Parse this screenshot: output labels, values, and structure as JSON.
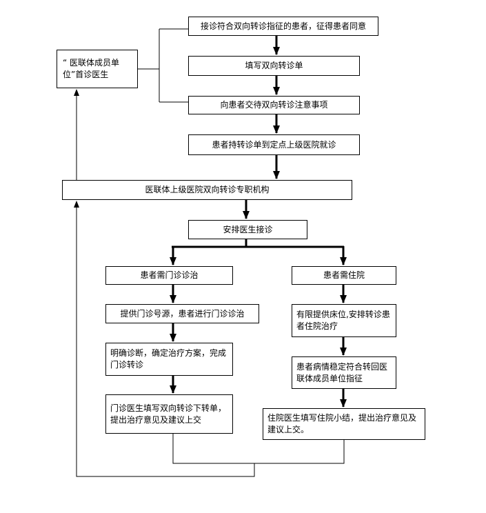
{
  "nodes": {
    "first_doctor": "“ 医联体成员单位”首诊医生",
    "step_accept": "接诊符合双向转诊指征的患者，征得患者同意",
    "step_fill_form": "填写双向转诊单",
    "step_notice": "向患者交待双向转诊注意事项",
    "step_visit": "患者持转诊单到定点上级医院就诊",
    "referral_office": "医联体上级医院双向转诊专职机构",
    "arrange_doctor": "安排医生接诊",
    "need_outpatient": "患者需门诊诊治",
    "need_inpatient": "患者需住院",
    "outpatient_number": "提供门诊号源，患者进行门诊诊治",
    "inpatient_bed": "有限提供床位,安排转诊患者住院治疗",
    "outpatient_diagnosis": "明确诊断，确定治疗方案，完成门诊转诊",
    "inpatient_stable": "患者病情稳定符合转回医联体成员单位指征",
    "outpatient_fill": "门诊医生填写双向转诊下转单，提出治疗意见及建议上交",
    "inpatient_summary": "住院医生填写住院小结，提出治疗意见及建议上交。"
  }
}
